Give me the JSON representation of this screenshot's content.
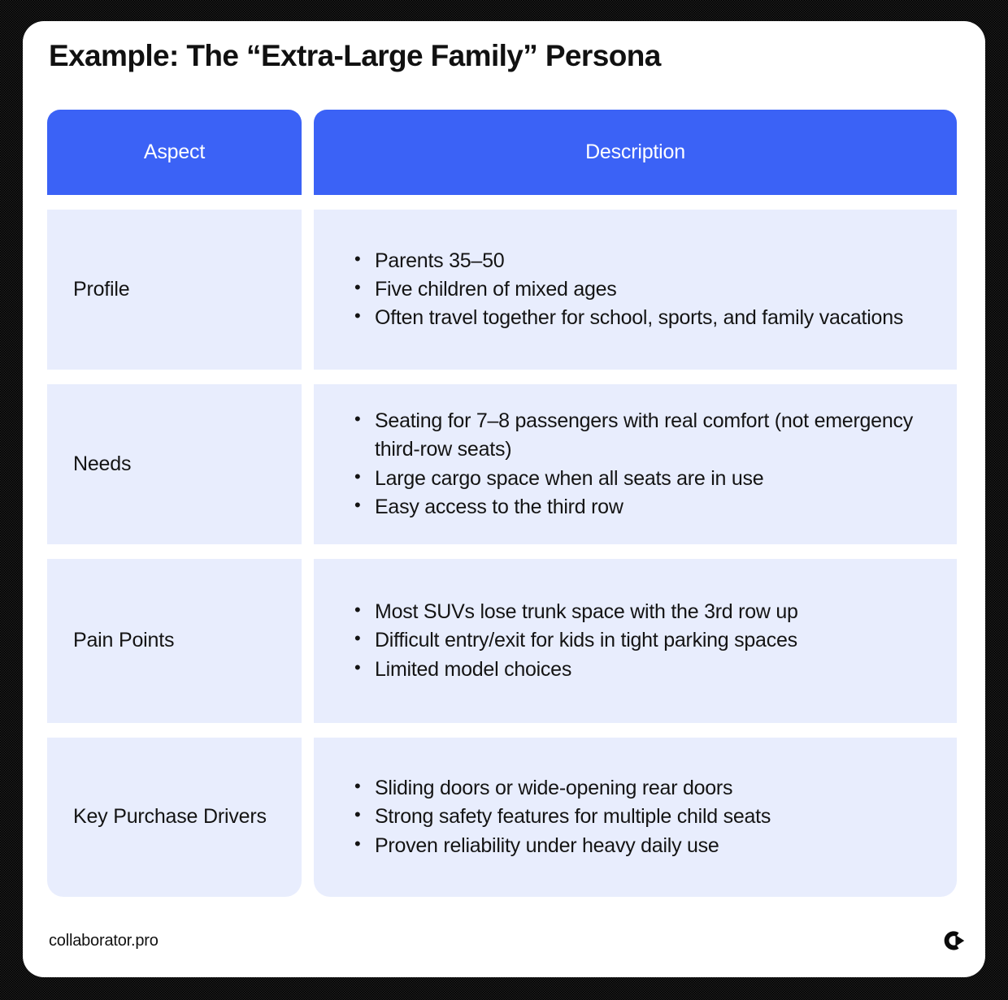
{
  "page": {
    "title": "Example: The “Extra-Large Family” Persona"
  },
  "colors": {
    "header_blue": "#3B62F6",
    "cell_background": "#E8EDFD",
    "text": "#141414",
    "card_background": "#FFFFFF",
    "frame": "#000000"
  },
  "table": {
    "columns": [
      {
        "label": "Aspect"
      },
      {
        "label": "Description"
      }
    ],
    "rows": [
      {
        "aspect": "Profile",
        "items": [
          "Parents 35–50",
          "Five children of mixed ages",
          "Often travel together for school, sports, and family vacations"
        ]
      },
      {
        "aspect": "Needs",
        "items": [
          "Seating for 7–8 passengers with real comfort (not emergency third-row seats)",
          "Large cargo space when all seats are in use",
          "Easy access to the third row"
        ]
      },
      {
        "aspect": "Pain Points",
        "items": [
          "Most SUVs lose trunk space with the 3rd row up",
          "Difficult entry/exit for kids in tight parking spaces",
          "Limited model choices"
        ]
      },
      {
        "aspect": "Key Purchase Drivers",
        "items": [
          "Sliding doors or wide-opening rear doors",
          "Strong safety features for multiple child seats",
          "Proven reliability under heavy daily use"
        ]
      }
    ]
  },
  "footer": {
    "url": "collaborator.pro",
    "logo_name": "collaborator-logo-icon"
  }
}
